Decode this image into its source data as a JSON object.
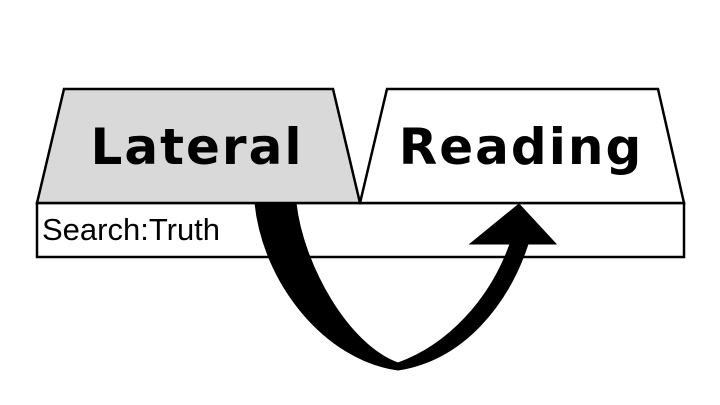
{
  "diagram": {
    "left_tab_label": "Lateral",
    "right_tab_label": "Reading",
    "bar_label": "Search:Truth",
    "colors": {
      "left_tab_fill": "#d9d9d9",
      "right_tab_fill": "#ffffff",
      "bar_fill": "#ffffff",
      "stroke": "#000000",
      "arrow_fill": "#000000"
    },
    "arrow_icon": "curved-u-turn-arrow"
  }
}
